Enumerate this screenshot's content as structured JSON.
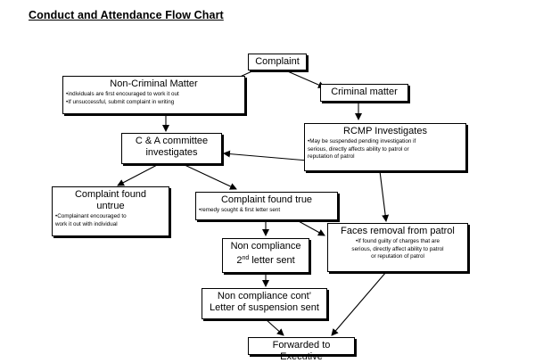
{
  "title": "Conduct and Attendance Flow Chart",
  "nodes": {
    "complaint": {
      "head": "Complaint"
    },
    "non_criminal": {
      "head": "Non-Criminal Matter",
      "notes": [
        "•individuals are first encouraged to work it out",
        "•If unsuccessful, submit complaint in writing"
      ]
    },
    "criminal": {
      "head": "Criminal matter"
    },
    "committee": {
      "head_line1": "C & A committee",
      "head_line2": "investigates"
    },
    "rcmp": {
      "head": "RCMP Investigates",
      "notes": [
        "•May be suspended pending investigation if",
        "serious, directly affects ability to patrol or",
        "reputation of patrol"
      ]
    },
    "untrue": {
      "head_line1": "Complaint found",
      "head_line2": "untrue",
      "notes": [
        "•Complainant encouraged to",
        "work it out with individual"
      ]
    },
    "true": {
      "head": "Complaint found true",
      "notes": [
        "•remedy sought & first letter sent"
      ]
    },
    "removal": {
      "head": "Faces removal from patrol",
      "notes": [
        "•If found guilty of charges that are",
        "serious, directly affect ability to patrol",
        "or reputation of patrol"
      ]
    },
    "noncompliance": {
      "head_line1": "Non compliance",
      "head_line2_num": "2",
      "head_line2_sup": "nd",
      "head_line2_rest": " letter sent"
    },
    "suspension": {
      "head_line1": "Non compliance cont’",
      "head_line2": "Letter of suspension sent"
    },
    "executive": {
      "head": "Forwarded to Executive"
    }
  }
}
